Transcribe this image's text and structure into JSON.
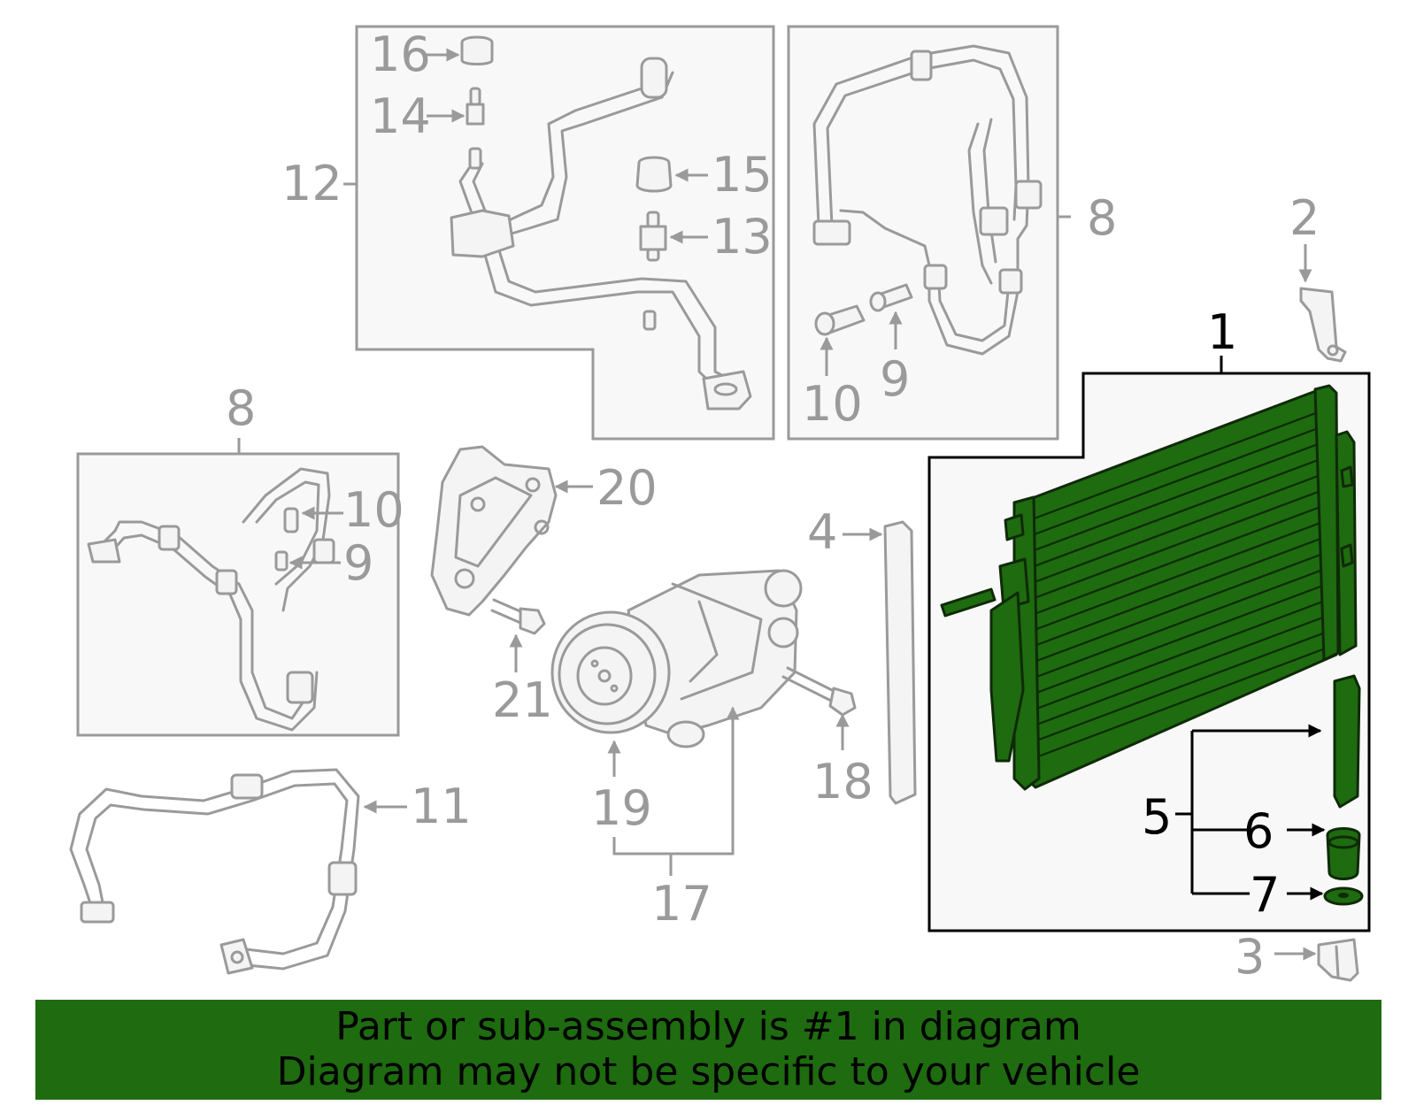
{
  "banner": {
    "line1": "Part or sub-assembly is #1 in diagram",
    "line2": "Diagram may not be specific to your vehicle",
    "color": "#1e6b10"
  },
  "highlight_color": "#1e6b10",
  "callouts": {
    "c1": "1",
    "c2": "2",
    "c3": "3",
    "c4": "4",
    "c5": "5",
    "c6": "6",
    "c7": "7",
    "c8a": "8",
    "c8b": "8",
    "c9a": "9",
    "c9b": "9",
    "c10a": "10",
    "c10b": "10",
    "c11": "11",
    "c12": "12",
    "c13": "13",
    "c14": "14",
    "c15": "15",
    "c16": "16",
    "c17": "17",
    "c18": "18",
    "c19": "19",
    "c20": "20",
    "c21": "21"
  }
}
